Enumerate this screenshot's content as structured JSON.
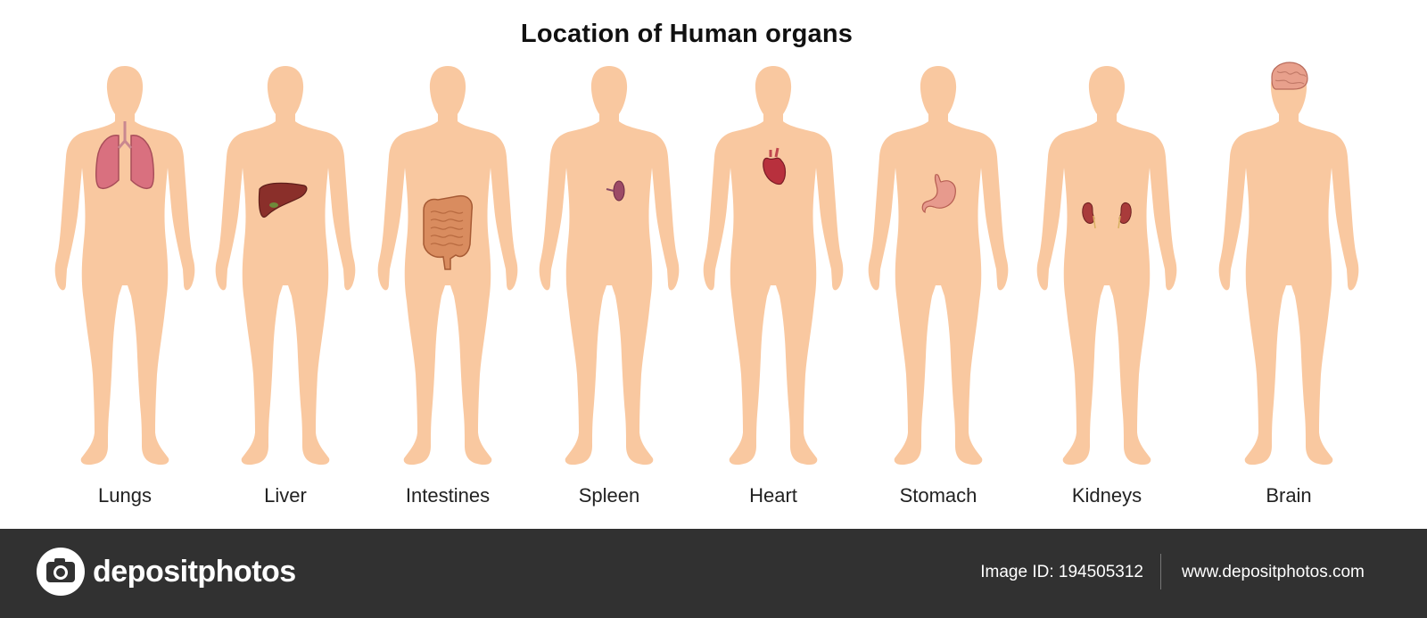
{
  "title": "Location of Human organs",
  "colors": {
    "skin": "#f9c8a0",
    "lungs": "#d9707f",
    "liver": "#8a2f2a",
    "intestines": "#d98c5f",
    "spleen": "#9c4a66",
    "heart": "#b8303d",
    "stomach": "#e79a8d",
    "kidneys": "#a93b3b",
    "brain": "#e8a08c",
    "footer": "#313131"
  },
  "figures": [
    {
      "label": "Lungs",
      "organ": "lungs-icon"
    },
    {
      "label": "Liver",
      "organ": "liver-icon"
    },
    {
      "label": "Intestines",
      "organ": "intestines-icon"
    },
    {
      "label": "Spleen",
      "organ": "spleen-icon"
    },
    {
      "label": "Heart",
      "organ": "heart-icon"
    },
    {
      "label": "Stomach",
      "organ": "stomach-icon"
    },
    {
      "label": "Kidneys",
      "organ": "kidneys-icon"
    },
    {
      "label": "Brain",
      "organ": "brain-icon"
    }
  ],
  "footer": {
    "brand": "depositphotos",
    "image_id": "Image ID: 194505312",
    "url": "www.depositphotos.com"
  }
}
